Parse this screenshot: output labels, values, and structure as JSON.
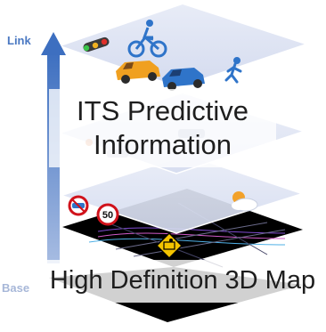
{
  "labels": {
    "top_axis": "Link",
    "bottom_axis": "Base",
    "upper_title_line1": "ITS Predictive",
    "upper_title_line2": "Information",
    "lower_title": "High Definition 3D Map"
  },
  "signs": {
    "speed_limit": "50"
  },
  "icons": [
    "traffic-light-icon",
    "cyclist-icon",
    "car-icon",
    "pedestrian-icon",
    "no-vehicles-sign-icon",
    "speed-limit-sign-icon",
    "weather-icon",
    "road-work-sign-icon"
  ],
  "colors": {
    "layer_fill": "#dfe4f2",
    "layer_edge": "#b9c3df",
    "arrow": "#4a78c2",
    "map_base": "#000000",
    "car_orange": "#f0a020",
    "car_blue": "#2f74c9"
  }
}
